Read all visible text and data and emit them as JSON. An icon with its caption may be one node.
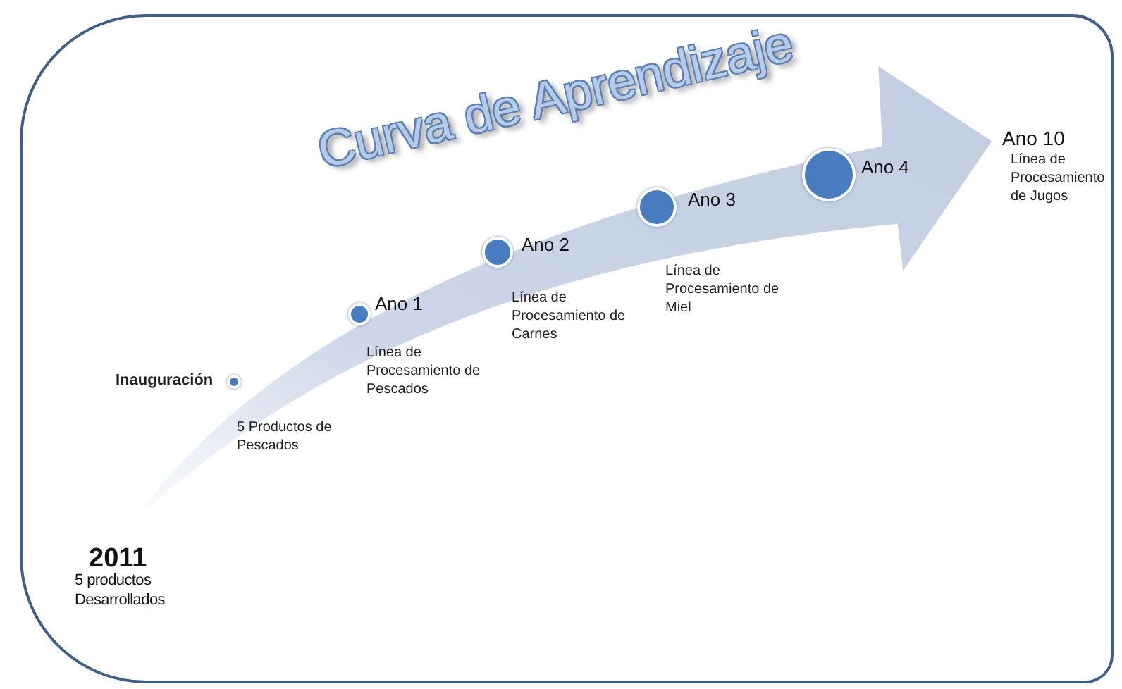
{
  "diagram": {
    "title": "Curva de Aprendizaje",
    "nodes": [
      {
        "text": [],
        "shape": "circle",
        "beside": [
          "Inauguración",
          "5 Productos de Pescados"
        ]
      },
      {
        "text": [],
        "shape": "circle",
        "beside": [
          "Ano 1",
          "Línea de Procesamiento de Pescados"
        ]
      },
      {
        "text": [],
        "shape": "circle",
        "beside": [
          "Ano 2",
          "Línea de Procesamiento de Carnes"
        ]
      },
      {
        "text": [],
        "shape": "circle",
        "beside": [
          "Ano 3",
          "Línea de Procesamiento de Miel"
        ]
      },
      {
        "text": [],
        "shape": "circle",
        "beside": [
          "Ano 4"
        ]
      }
    ],
    "labels": [
      "Ano 10",
      "Línea de Procesamiento de Jugos",
      "2011",
      "5 productos Desarrollados"
    ]
  }
}
